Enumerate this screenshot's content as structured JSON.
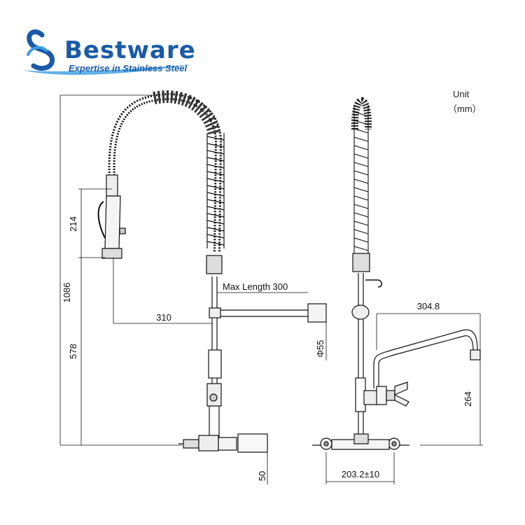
{
  "brand": {
    "name": "Bestware",
    "tagline": "Expertise in Stainless Steel",
    "colors": {
      "primary": "#1a5aa8",
      "accent": "#3b9ee0"
    }
  },
  "units": {
    "label": "Unit",
    "value": "（mm）"
  },
  "dimensions": {
    "overall_height": "1086",
    "spray_valve_height": "214",
    "lower_height": "578",
    "arm_reach": "310",
    "max_length": "Max Length 300",
    "wall_bracket_diameter": "Φ55",
    "base_depth": "50",
    "spout_reach": "304.8",
    "spout_height": "264",
    "center_distance": "203.2±10"
  },
  "icons": [
    "bestware-logo-icon"
  ]
}
